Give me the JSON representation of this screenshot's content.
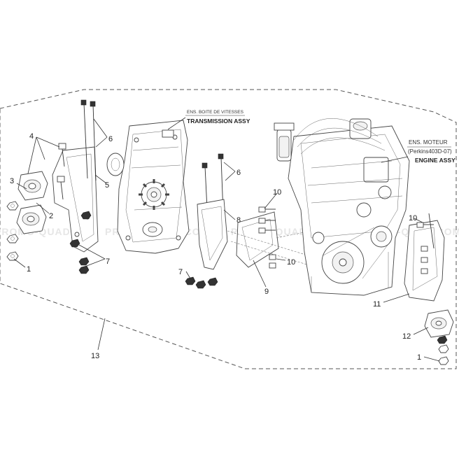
{
  "watermark": {
    "text": "PROMO-QUAD.COM"
  },
  "captions": {
    "transmission_fr": "ENS. BOITE DE VITESSES",
    "transmission_en": "TRANSMISSION ASSY",
    "engine_fr": "ENS. MOTEUR",
    "engine_model": "(Perkins403D-07)",
    "engine_en": "ENGINE ASSY"
  },
  "callouts": {
    "c1a": "1",
    "c1b": "1",
    "c2": "2",
    "c3": "3",
    "c4": "4",
    "c5": "5",
    "c6a": "6",
    "c6b": "6",
    "c7a": "7",
    "c7b": "7",
    "c8": "8",
    "c9": "9",
    "c10a": "10",
    "c10b": "10",
    "c10c": "10",
    "c11": "11",
    "c12": "12",
    "c13": "13"
  },
  "colors": {
    "line": "#333333",
    "frame": "#555555",
    "watermark": "#e6e6e6"
  }
}
